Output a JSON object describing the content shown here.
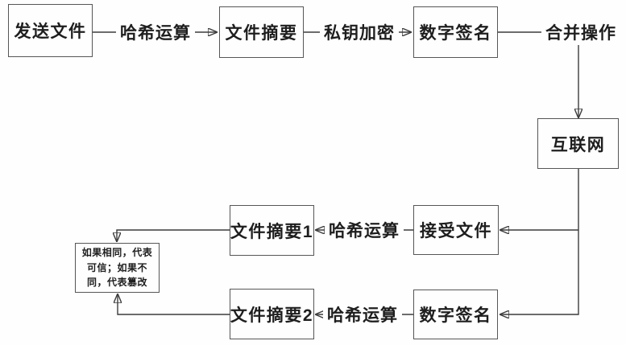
{
  "diagram": {
    "kind": "flowchart",
    "colors": {
      "background": "#fefefe",
      "box_border": "#565656",
      "line": "#3c3c3c",
      "arrowhead": "#222222",
      "text": "#1e1e1e"
    },
    "nodes": {
      "send_file": "发送文件",
      "file_digest": "文件摘要",
      "digital_signature_top": "数字签名",
      "internet": "互联网",
      "receive_file": "接受文件",
      "file_digest_1": "文件摘要1",
      "file_digest_2": "文件摘要2",
      "digital_signature_bottom": "数字签名",
      "compare_result": "如果相同，代表可信；如果不同，代表篡改"
    },
    "edges": [
      {
        "from": "send_file",
        "to": "file_digest",
        "label": "哈希运算"
      },
      {
        "from": "file_digest",
        "to": "digital_signature_top",
        "label": "私钥加密"
      },
      {
        "from": "digital_signature_top",
        "to": "internet",
        "label": "合并操作"
      },
      {
        "from": "internet",
        "to": "receive_file",
        "label": ""
      },
      {
        "from": "internet",
        "to": "digital_signature_bottom",
        "label": ""
      },
      {
        "from": "receive_file",
        "to": "file_digest_1",
        "label": "哈希运算"
      },
      {
        "from": "digital_signature_bottom",
        "to": "file_digest_2",
        "label": "哈希运算"
      },
      {
        "from": "file_digest_1",
        "to": "compare_result",
        "label": ""
      },
      {
        "from": "file_digest_2",
        "to": "compare_result",
        "label": ""
      }
    ]
  }
}
